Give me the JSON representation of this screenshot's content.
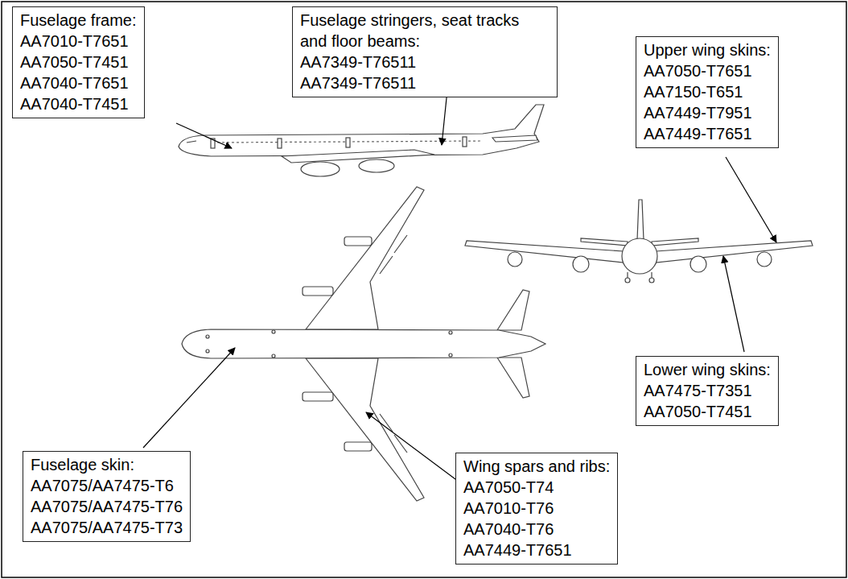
{
  "diagram": {
    "nodes": [
      {
        "text": [
          "Fuselage frame:",
          "AA7010-T7651",
          "AA7050-T7451",
          "AA7040-T7651",
          "AA7040-T7451"
        ]
      },
      {
        "text": [
          "Fuselage stringers, seat tracks and floor beams:",
          "AA7349-T76511",
          "AA7349-T76511"
        ]
      },
      {
        "text": [
          "Upper wing skins:",
          "AA7050-T7651",
          "AA7150-T651",
          "AA7449-T7951",
          "AA7449-T7651"
        ]
      },
      {
        "text": [
          "Lower wing skins:",
          "AA7475-T7351",
          "AA7050-T7451"
        ]
      },
      {
        "text": [
          "Fuselage skin:",
          "AA7075/AA7475-T6",
          "AA7075/AA7475-T76",
          "AA7075/AA7475-T73"
        ]
      },
      {
        "text": [
          "Wing spars and ribs:",
          "AA7050-T74",
          "AA7010-T76",
          "AA7040-T76",
          "AA7449-T7651"
        ]
      }
    ]
  }
}
